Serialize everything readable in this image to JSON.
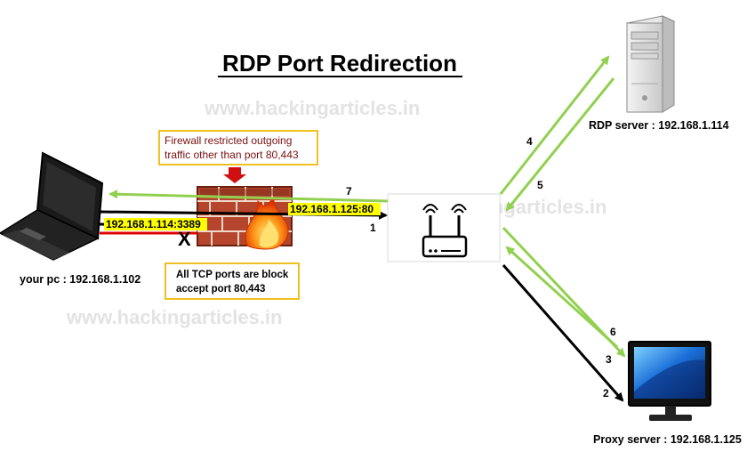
{
  "title": "RDP Port Redirection",
  "watermarks": [
    "www.hackingarticles.in",
    "www.hackingarticles.in",
    "www.hackingarticles.in"
  ],
  "callouts": {
    "firewall_note": [
      "Firewall restricted outgoing",
      "traffic other than port 80,443"
    ],
    "tcp_note": [
      "All TCP ports are block",
      "accept port 80,443"
    ]
  },
  "addresses": {
    "rdp_addr": "192.168.1.114:3389",
    "proxy_addr": "192.168.1.125:80"
  },
  "block_mark": "X",
  "step_labels": {
    "s1": "1",
    "s2": "2",
    "s3": "3",
    "s4": "4",
    "s5": "5",
    "s6": "6",
    "s7": "7"
  },
  "device_labels": {
    "pc": "your pc : 192.168.1.102",
    "rdp_server": "RDP server : 192.168.1.114",
    "proxy_server": "Proxy server : 192.168.1.125"
  },
  "colors": {
    "green_arrow": "#92d050",
    "black_arrow": "#000000",
    "red_arrow": "#e00000",
    "highlight": "#ffff00",
    "callout_border": "#f0c020",
    "callout_text": "#7a1010",
    "watermark": "#e3e3e3"
  }
}
